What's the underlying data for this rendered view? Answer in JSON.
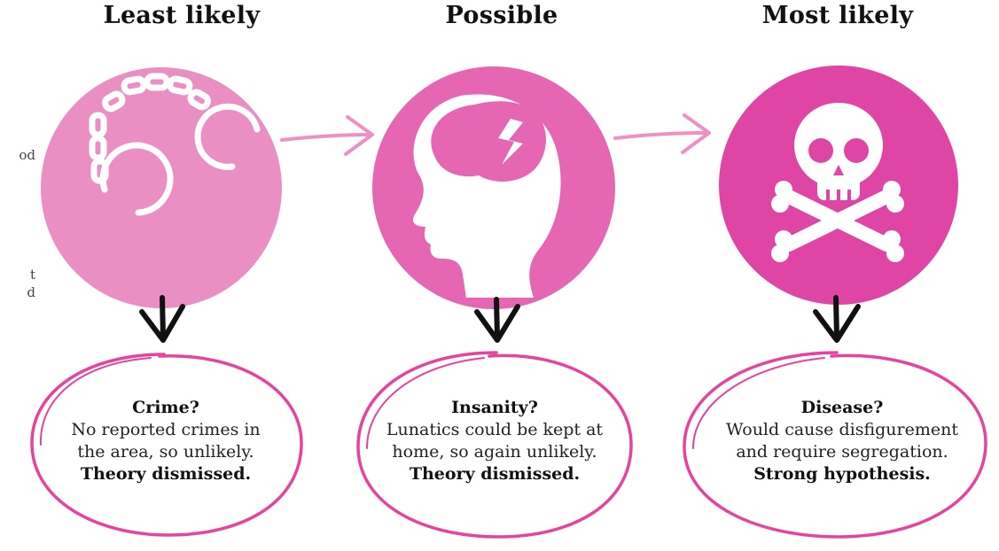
{
  "colors": {
    "circle_light": "#ea8fc4",
    "circle_mid": "#e566b2",
    "circle_dark": "#df45a5",
    "oval_stroke": "#e6439e",
    "arrow_light": "#ef8fc3",
    "arrow_dark": "#111111",
    "icon": "#ffffff"
  },
  "side_text": {
    "line1": "od",
    "line2": "t",
    "line3": "d"
  },
  "columns": [
    {
      "title": "Least likely",
      "icon": "handcuffs-icon",
      "question": "Crime?",
      "lines": [
        "No reported crimes in",
        "the area, so unlikely."
      ],
      "verdict": "Theory dismissed."
    },
    {
      "title": "Possible",
      "icon": "broken-brain-head-icon",
      "question": "Insanity?",
      "lines": [
        "Lunatics could be kept at",
        "home, so again unlikely."
      ],
      "verdict": "Theory dismissed."
    },
    {
      "title": "Most likely",
      "icon": "skull-crossbones-icon",
      "question": "Disease?",
      "lines": [
        "Would cause disfigurement",
        "and require segregation."
      ],
      "verdict": "Strong hypothesis."
    }
  ]
}
